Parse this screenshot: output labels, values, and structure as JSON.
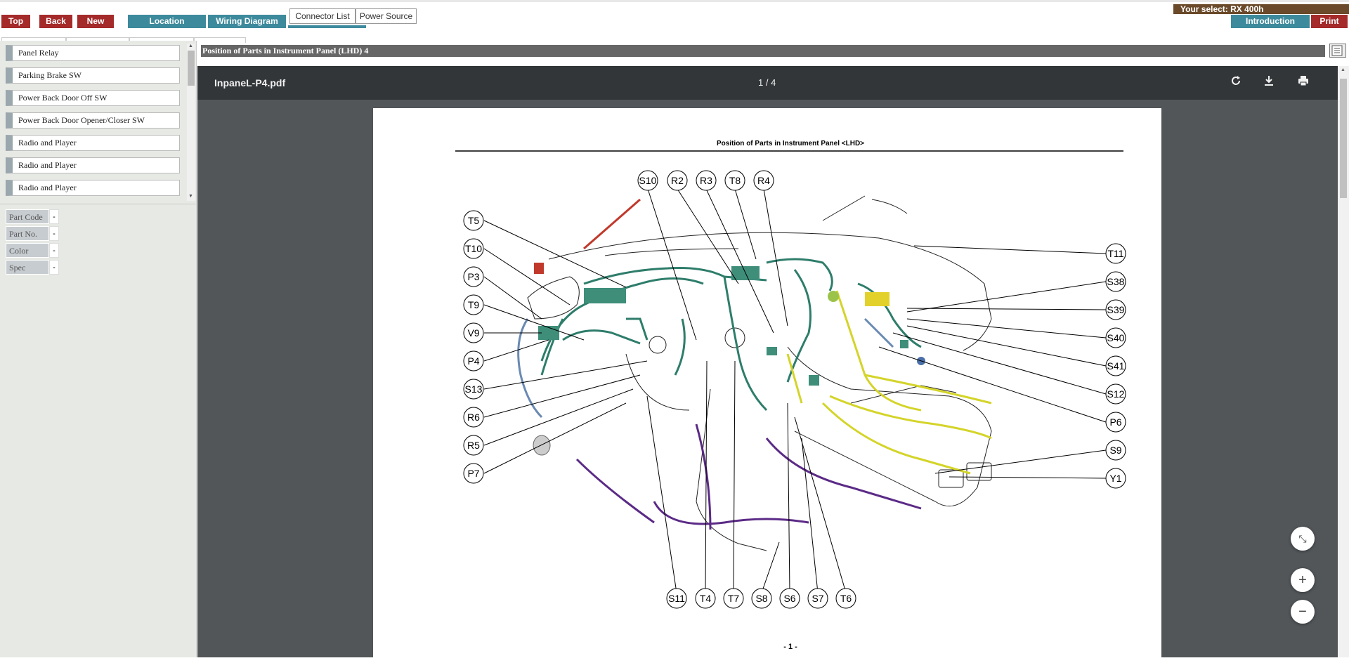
{
  "nav": {
    "top": "Top",
    "back": "Back",
    "new": "New",
    "location": "Location",
    "wiring_diagram": "Wiring Diagram",
    "connector_list": "Connector List",
    "power_source": "Power Source",
    "your_select": "Your select: RX 400h",
    "introduction": "Introduction",
    "print": "Print"
  },
  "parts": [
    "Panel Relay",
    "Parking Brake SW",
    "Power Back Door Off SW",
    "Power Back Door Opener/Closer SW",
    "Radio and Player",
    "Radio and Player",
    "Radio and Player"
  ],
  "specs": [
    {
      "label": "Part Code",
      "value": "-"
    },
    {
      "label": "Part No.",
      "value": "-"
    },
    {
      "label": "Color",
      "value": "-"
    },
    {
      "label": "Spec",
      "value": "-"
    }
  ],
  "doc_header": "Position of Parts in Instrument Panel (LHD) 4",
  "viewer": {
    "filename": "InpaneL-P4.pdf",
    "page": "1 / 4",
    "rotate_icon": "rotate-icon",
    "download_icon": "download-icon",
    "print_icon": "print-icon"
  },
  "pdf": {
    "title": "Position of Parts in Instrument Panel <LHD>",
    "page_number": "- 1 -",
    "labels_top": [
      "S10",
      "R2",
      "R3",
      "T8",
      "R4"
    ],
    "labels_left": [
      "T5",
      "T10",
      "P3",
      "T9",
      "V9",
      "P4",
      "S13",
      "R6",
      "R5",
      "P7"
    ],
    "labels_right": [
      "T11",
      "S38",
      "S39",
      "S40",
      "S41",
      "S12",
      "P6",
      "S9",
      "Y1"
    ],
    "labels_bottom": [
      "S11",
      "T4",
      "T7",
      "S8",
      "S6",
      "S7",
      "T6"
    ]
  },
  "colors": {
    "red_button": "#a52a2a",
    "teal_button": "#3d8a9c",
    "harness_green": "#2e7d6b",
    "harness_yellow": "#d4d42a",
    "harness_purple": "#5b2a86",
    "harness_red": "#c0392b"
  }
}
